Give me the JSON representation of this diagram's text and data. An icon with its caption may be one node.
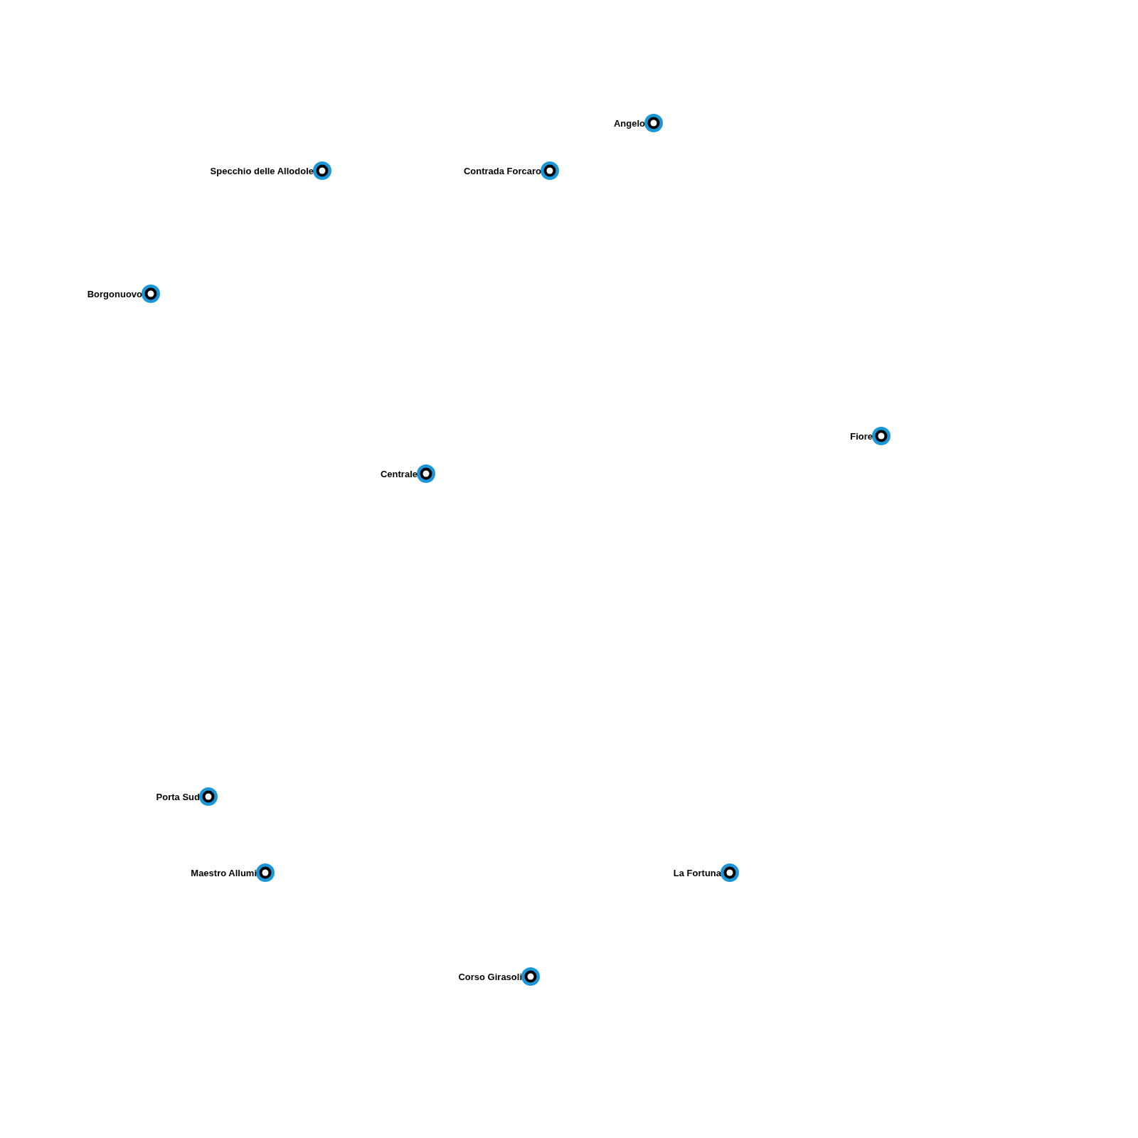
{
  "diagram": {
    "nodes": [
      {
        "text": [
          "Angelo"
        ]
      },
      {
        "text": [
          "Specchio delle Allodole"
        ]
      },
      {
        "text": [
          "Contrada Forcaro"
        ]
      },
      {
        "text": [
          "Borgonuovo"
        ]
      },
      {
        "text": [
          "Fiore"
        ]
      },
      {
        "text": [
          "Centrale"
        ]
      },
      {
        "text": [
          "Porta Sud"
        ]
      },
      {
        "text": [
          "Maestro Allumi"
        ]
      },
      {
        "text": [
          "La Fortuna"
        ]
      },
      {
        "text": [
          "Corso Girasoli"
        ]
      }
    ]
  }
}
